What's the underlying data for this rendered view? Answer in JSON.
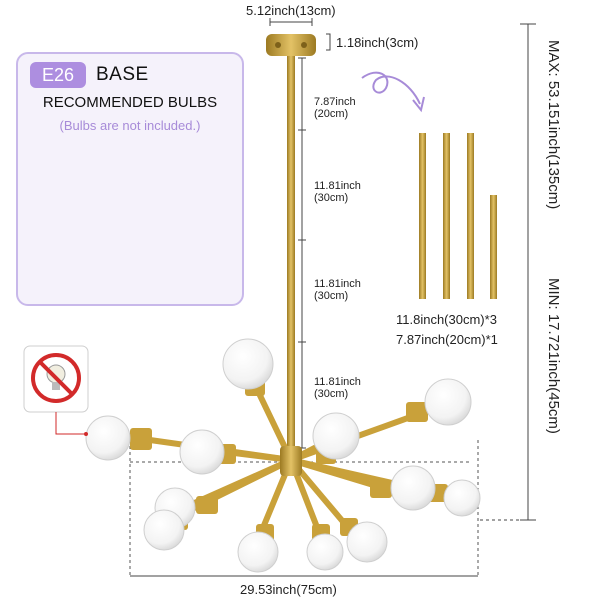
{
  "dimensions": {
    "canopy_width": "5.12inch(13cm)",
    "canopy_height": "1.18inch(3cm)",
    "rod_1_a": "7.87inch",
    "rod_1_b": "(20cm)",
    "rod_2_a": "11.81inch",
    "rod_2_b": "(30cm)",
    "rod_3_a": "11.81inch",
    "rod_3_b": "(30cm)",
    "rod_4_a": "11.81inch",
    "rod_4_b": "(30cm)",
    "max_height": "MAX: 53.151inch(135cm)",
    "min_height": "MIN: 17.721inch(45cm)",
    "fixture_width": "29.53inch(75cm)"
  },
  "bulb_panel": {
    "base_badge": "E26",
    "base_label": "BASE",
    "recommended": "RECOMMENDED BULBS",
    "note": "(Bulbs are not included.)"
  },
  "rods": {
    "spec_1": "11.8inch(30cm)*3",
    "spec_2": "7.87inch(20cm)*1"
  },
  "colors": {
    "brass": "#c9a13a",
    "brass_dark": "#9c7a22",
    "panel_border": "#c8b8ea",
    "accent_purple": "#ad8ee0",
    "warning_red": "#d22a2a"
  }
}
